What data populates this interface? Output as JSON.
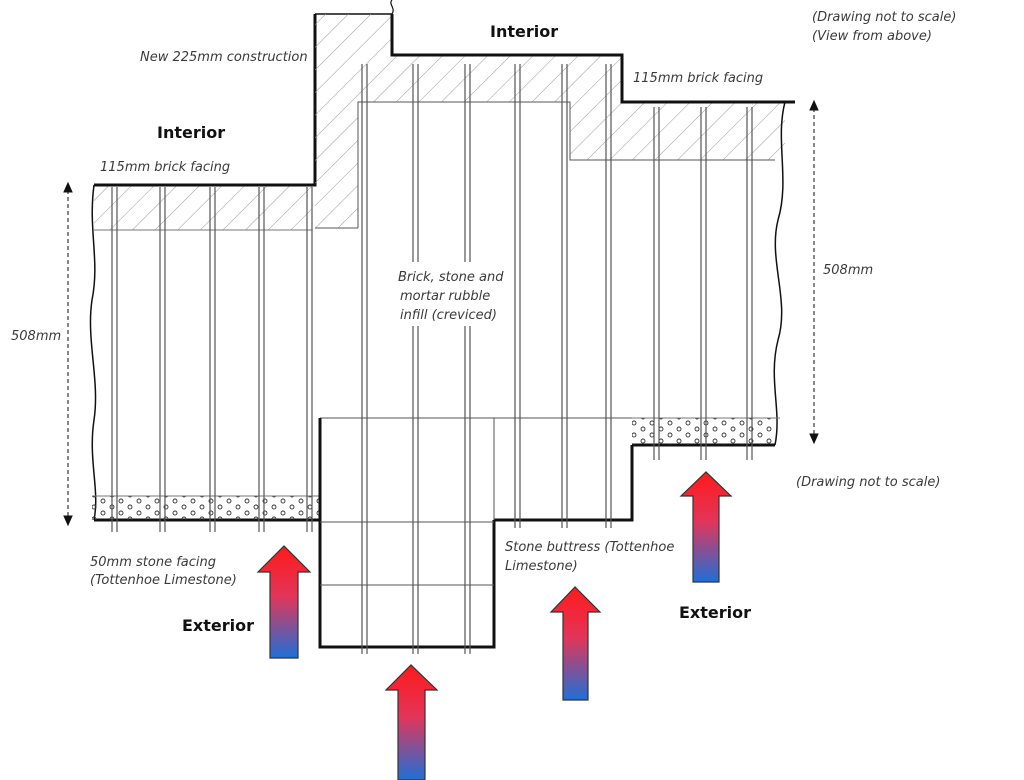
{
  "labels": {
    "note_top_1": "(Drawing not to scale)",
    "note_top_2": "(View from above)",
    "note_right": "(Drawing not to scale)",
    "new_construction": "New 225mm construction",
    "interior_top": "Interior",
    "interior_left": "Interior",
    "brick_facing_right": "115mm brick facing",
    "brick_facing_left": "115mm brick facing",
    "dim_right": "508mm",
    "dim_left": "508mm",
    "infill_1": "Brick, stone and",
    "infill_2": "mortar rubble",
    "infill_3": "infill (creviced)",
    "stone_facing_1": "50mm stone facing",
    "stone_facing_2": "(Tottenhoe Limestone)",
    "buttress_1": "Stone buttress (Tottenhoe",
    "buttress_2": "Limestone)",
    "exterior_left": "Exterior",
    "exterior_right": "Exterior"
  },
  "colors": {
    "arrow_top": "#ff1a1a",
    "arrow_bottom": "#1f6fd6",
    "hatch": "#9a9a9a",
    "outline": "#111111",
    "rod": "#555555"
  }
}
